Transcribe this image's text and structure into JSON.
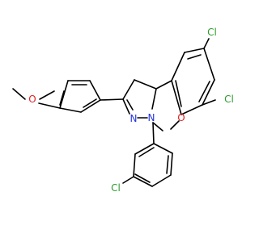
{
  "molecule": {
    "atoms": {
      "cl_top": {
        "label": "Cl",
        "color": "#2e9a2e"
      },
      "cl_right": {
        "label": "Cl",
        "color": "#2e9a2e"
      },
      "cl_bottom": {
        "label": "Cl",
        "color": "#2e9a2e"
      },
      "o_ring": {
        "label": "O",
        "color": "#e02020"
      },
      "o_methoxy": {
        "label": "O",
        "color": "#e02020"
      },
      "n_imine": {
        "label": "N",
        "color": "#2233dd"
      },
      "n_amine": {
        "label": "N",
        "color": "#2233dd"
      }
    }
  }
}
